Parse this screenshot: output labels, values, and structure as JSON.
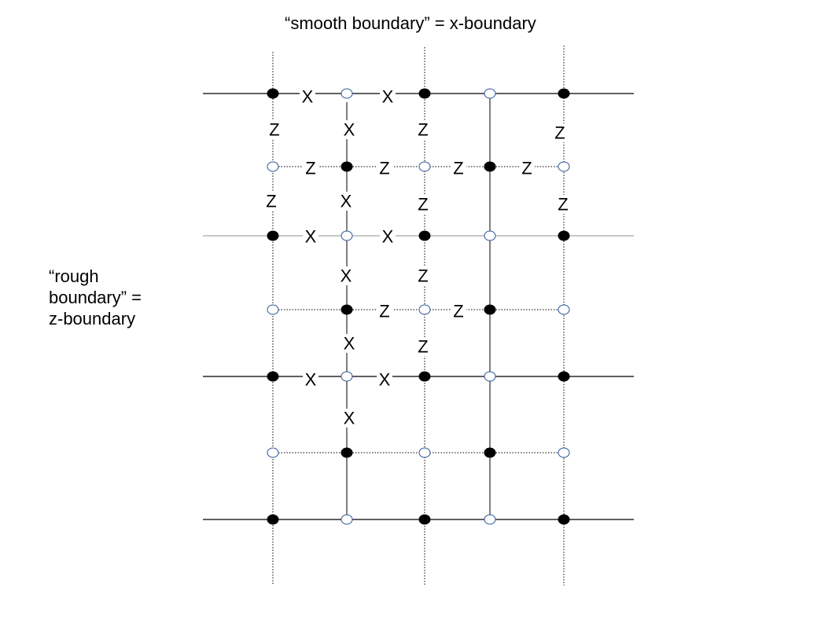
{
  "top_label": "“smooth boundary” = x-boundary",
  "left_label": [
    "“rough",
    "boundary” =",
    "z-boundary"
  ],
  "operators": [
    {
      "t": "X"
    },
    {
      "t": "X"
    },
    {
      "t": "Z"
    },
    {
      "t": "X"
    },
    {
      "t": "Z"
    },
    {
      "t": "Z"
    },
    {
      "t": "Z"
    },
    {
      "t": "Z"
    },
    {
      "t": "Z"
    },
    {
      "t": "Z"
    },
    {
      "t": "Z"
    },
    {
      "t": "X"
    },
    {
      "t": "Z"
    },
    {
      "t": "Z"
    },
    {
      "t": "X"
    },
    {
      "t": "X"
    },
    {
      "t": "X"
    },
    {
      "t": "Z"
    },
    {
      "t": "Z"
    },
    {
      "t": "Z"
    },
    {
      "t": "X"
    },
    {
      "t": "Z"
    },
    {
      "t": "X"
    },
    {
      "t": "X"
    },
    {
      "t": "X"
    }
  ],
  "colors": {
    "filled_node": "#000000",
    "open_node_stroke": "#2f5597",
    "line": "#000000",
    "smooth_row_line": "#a6a6a6"
  }
}
